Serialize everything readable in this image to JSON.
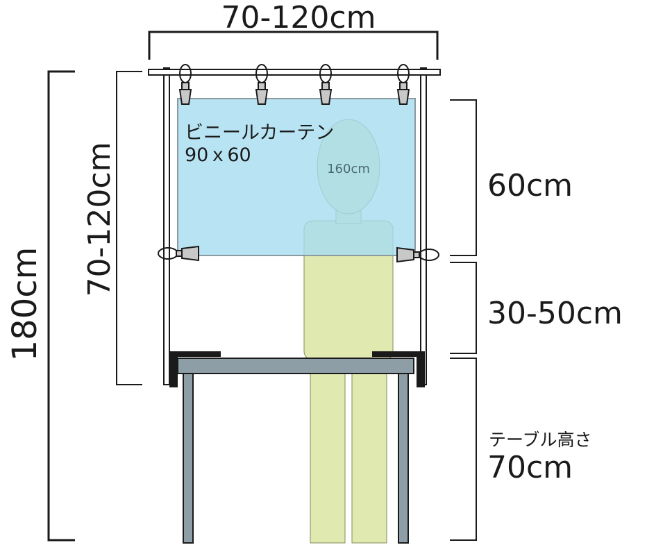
{
  "labels": {
    "top_width": "70-120cm",
    "total_height": "180cm",
    "pole_height": "70-120cm",
    "curtain_title": "ビニールカーテン",
    "curtain_size": "90ｘ60",
    "person_height": "160cm",
    "curtain_height": "60cm",
    "gap_height": "30-50cm",
    "table_caption": "テーブル高さ",
    "table_height": "70cm"
  },
  "colors": {
    "curtain": "#a6dcf0",
    "person": "#dfe9b0",
    "table": "#8e9ea6",
    "line": "#1a1a1a"
  }
}
